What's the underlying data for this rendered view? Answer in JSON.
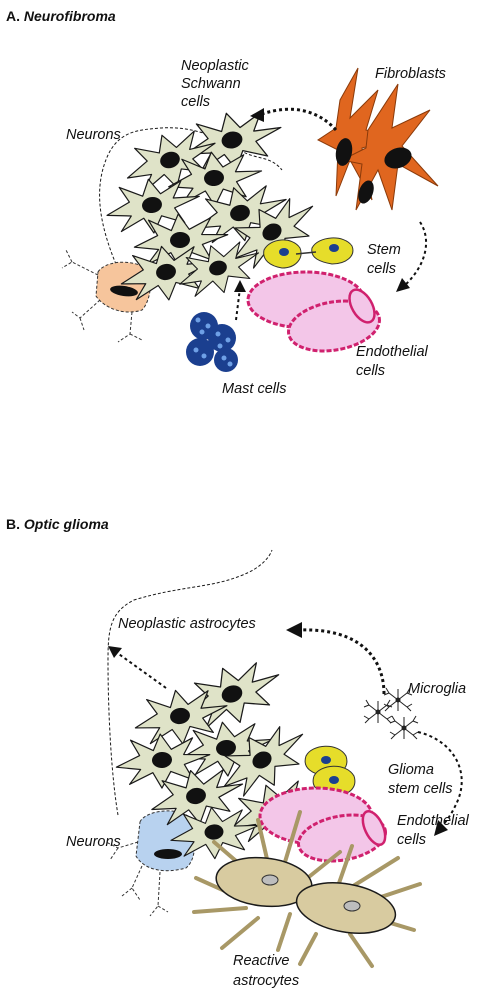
{
  "panel_a": {
    "letter": "A.",
    "title": "Neurofibroma",
    "labels": {
      "schwann_1": "Neoplastic",
      "schwann_2": "Schwann",
      "schwann_3": "cells",
      "fibroblasts": "Fibroblasts",
      "neurons": "Neurons",
      "stem_1": "Stem",
      "stem_2": "cells",
      "endothelial_1": "Endothelial",
      "endothelial_2": "cells",
      "mast": "Mast cells"
    }
  },
  "panel_b": {
    "letter": "B.",
    "title": "Optic glioma",
    "labels": {
      "astro": "Neoplastic astrocytes",
      "microglia": "Microglia",
      "glioma_1": "Glioma",
      "glioma_2": "stem cells",
      "endothelial_1": "Endothelial",
      "endothelial_2": "cells",
      "neurons": "Neurons",
      "reactive_1": "Reactive",
      "reactive_2": "astrocytes"
    }
  },
  "colors": {
    "schwann_fill": "#dfe3c8",
    "fibroblast": "#e0661f",
    "stem": "#e6dd2a",
    "endothelial": "#f3c6e8",
    "endothelial_border": "#d0216e",
    "mast": "#1b3f8f",
    "neuron_a": "#f6c59c",
    "neuron_b": "#b8d2ef",
    "reactive": "#d8cba0"
  }
}
